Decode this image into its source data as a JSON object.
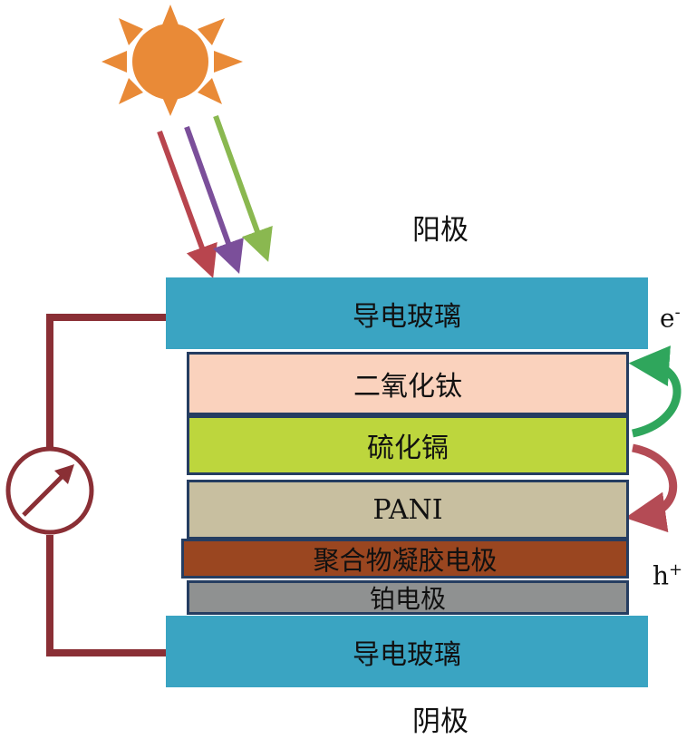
{
  "labels": {
    "anode": "阳极",
    "cathode": "阴极",
    "electron": "e",
    "electron_sign": "-",
    "hole": "h",
    "hole_sign": "+"
  },
  "layers": {
    "top_glass": "导电玻璃",
    "tio2": "二氧化钛",
    "cds": "硫化镉",
    "pani": "PANI",
    "gel": "聚合物凝胶电极",
    "pt": "铂电极",
    "bottom_glass": "导电玻璃"
  },
  "colors": {
    "glass": "#3aa4c2",
    "tio2": "#fad2bd",
    "cds": "#bdd63d",
    "pani": "#c8bfa0",
    "gel": "#9a4620",
    "pt": "#8f9191",
    "frame": "#253d61",
    "wire": "#8a2f35",
    "sun": "#e98a37",
    "ray_red": "#b8454e",
    "ray_purple": "#7b4f9a",
    "ray_green": "#8ab850",
    "electron_arrow": "#2fa65c",
    "hole_arrow": "#b44b55"
  },
  "icons": {
    "sun": "sun-icon",
    "meter": "meter-gauge-icon"
  }
}
